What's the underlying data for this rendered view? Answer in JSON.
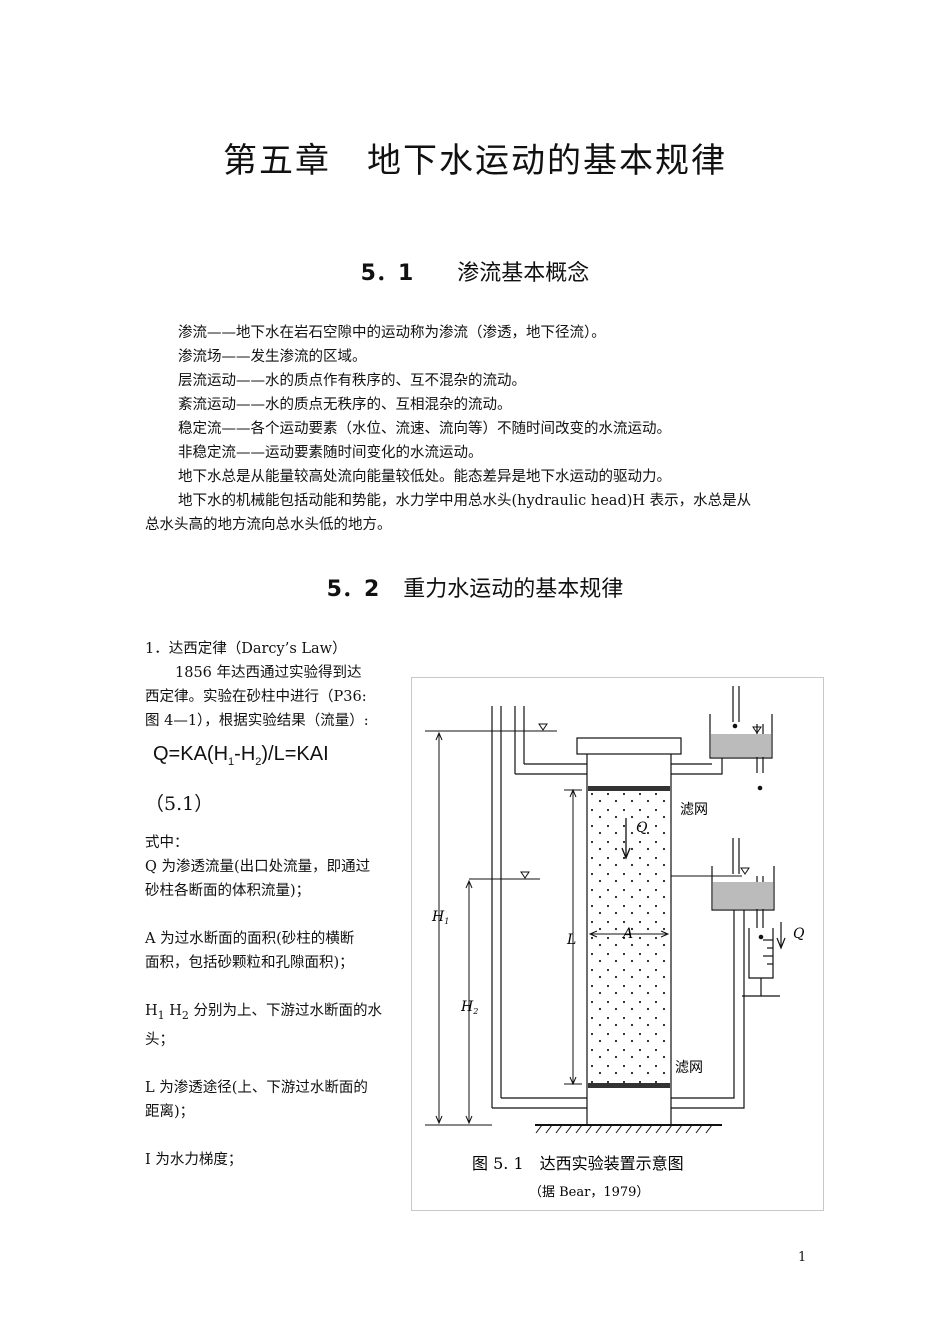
{
  "chapter_title": "第五章　地下水运动的基本规律",
  "section1": {
    "number": "5．1",
    "title": "渗流基本概念"
  },
  "definitions": [
    "渗流——地下水在岩石空隙中的运动称为渗流（渗透，地下径流）。",
    "渗流场——发生渗流的区域。",
    "层流运动——水的质点作有秩序的、互不混杂的流动。",
    "紊流运动——水的质点无秩序的、互相混杂的流动。",
    "稳定流——各个运动要素（水位、流速、流向等）不随时间改变的水流运动。",
    "非稳定流——运动要素随时间变化的水流运动。",
    "地下水总是从能量较高处流向能量较低处。能态差异是地下水运动的驱动力。"
  ],
  "head_para": {
    "line1": "地下水的机械能包括动能和势能，水力学中用总水头(hydraulic head)H 表示，水总是从",
    "line2": "总水头高的地方流向总水头低的地方。"
  },
  "section2": {
    "number": "5．2",
    "title": "重力水运动的基本规律"
  },
  "darcy": {
    "heading": "1．达西定律（Darcy’s Law）",
    "intro_1": "1856 年达西通过实验得到达",
    "intro_2": "西定律。实验在砂柱中进行（P36:",
    "intro_3": "图 4—1），根据实验结果（流量）:",
    "formula_a": "Q=KA(H",
    "formula_sub1": "1",
    "formula_b": "-H",
    "formula_sub2": "2",
    "formula_c": ")/L=KAI",
    "eq_number": "（5.1）",
    "where": "式中：",
    "q_def_1": "Q 为渗透流量(出口处流量，即通过",
    "q_def_2": "砂柱各断面的体积流量)；",
    "a_def_1": "A  为过水断面的面积(砂柱的横断",
    "a_def_2": "面积，包括砂颗粒和孔隙面积)；",
    "h_def_h": "H",
    "h_def_sub1": "1",
    "h_def_h2": " H",
    "h_def_sub2": "2",
    "h_def_1": " 分别为上、下游过水断面的水",
    "h_def_2": "头；",
    "l_def_1": "L 为渗透途径(上、下游过水断面的",
    "l_def_2": "距离)；",
    "i_def": "I 为水力梯度；"
  },
  "figure": {
    "caption": "图 5. 1　达西实验装置示意图",
    "source": "（据 Bear，1979）",
    "label_screen_top": "滤网",
    "label_screen_bottom": "滤网",
    "label_q_in": "Q",
    "label_q_out": "Q",
    "label_h1": "H",
    "label_h1_sub": "1",
    "label_h2": "H",
    "label_h2_sub": "2",
    "label_l": "L",
    "label_a": "A"
  },
  "page_number": "1"
}
